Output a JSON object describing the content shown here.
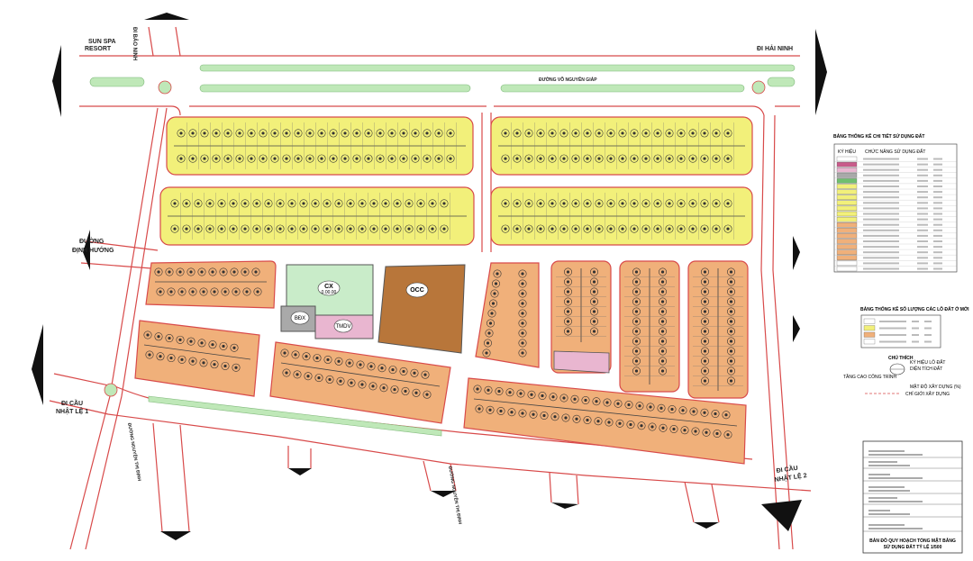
{
  "map": {
    "labels": {
      "sun_spa": "SUN SPA",
      "resort": "RESORT",
      "di_bao_ninh": "ĐI BẢO NINH",
      "di_hai_ninh": "ĐI HẢI NINH",
      "duong_vo_nguyen_giap": "ĐƯỜNG VÕ NGUYÊN GIÁP",
      "duong": "ĐƯỜNG",
      "dinh_huong": "ĐỊNH HƯỚNG",
      "di_cau_nhat_le_1_a": "ĐI CẦU",
      "di_cau_nhat_le_1_b": "NHẬT LỆ 1",
      "di_cau_nhat_le_2_a": "ĐI CẦU",
      "di_cau_nhat_le_2_b": "NHẬT LỆ 2",
      "duong_nguyen_thi_dinh": "ĐƯỜNG NGUYỄN THỊ ĐỊNH"
    },
    "colors": {
      "residential_yellow": "#f2f07a",
      "residential_orange": "#f0b07a",
      "green_space": "#c9ecc9",
      "brown_lot": "#b8763a",
      "pink_lot": "#e9b6d0",
      "gray_lot": "#a9a9a9",
      "road_edge": "#d84a4a",
      "median_green": "#bfe8b8"
    },
    "lots": {
      "cx": "CX",
      "cx_area": "0.00.00",
      "occ": "OCC",
      "bdx": "BĐX",
      "tmdv": "TMDV"
    }
  },
  "legend1": {
    "title": "BẢNG THỐNG KÊ CHI TIẾT SỬ DỤNG ĐẤT",
    "col1": "KÝ HIỆU",
    "col2": "CHỨC NĂNG SỬ DỤNG ĐẤT",
    "swatches": [
      "#ffffff",
      "#c95a8a",
      "#e9b6d0",
      "#a9a9a9",
      "#6fbf6f",
      "#f2f07a",
      "#f2f07a",
      "#f2f07a",
      "#f2f07a",
      "#f2f07a",
      "#f2f07a",
      "#f2f07a",
      "#f0b07a",
      "#f0b07a",
      "#f0b07a",
      "#f0b07a",
      "#f0b07a",
      "#f0b07a",
      "#f0b07a",
      "#ffffff",
      "#ffffff"
    ]
  },
  "legend2": {
    "title": "BẢNG THỐNG KÊ SỐ LƯỢNG CÁC LÔ ĐẤT Ở MỚI",
    "swatches": [
      "#ffffff",
      "#f2f07a",
      "#f0b07a",
      "#ffffff"
    ]
  },
  "key": {
    "chu_thich": "CHÚ THÍCH",
    "ky_hieu_lo_dat": "KÝ HIỆU LÔ ĐẤT",
    "dien_tich_dat": "DIỆN TÍCH ĐẤT",
    "tang_cao": "TẦNG CAO CÔNG TRÌNH",
    "mat_do": "MẬT ĐỘ XÂY DỰNG (%)",
    "chi_gioi": "CHỈ GIỚI XÂY DỰNG"
  },
  "title_block": {
    "line1": "BẢN ĐỒ QUY HOẠCH TỔNG MẶT BẰNG",
    "line2": "SỬ DỤNG ĐẤT TỶ LỆ 1/500"
  }
}
